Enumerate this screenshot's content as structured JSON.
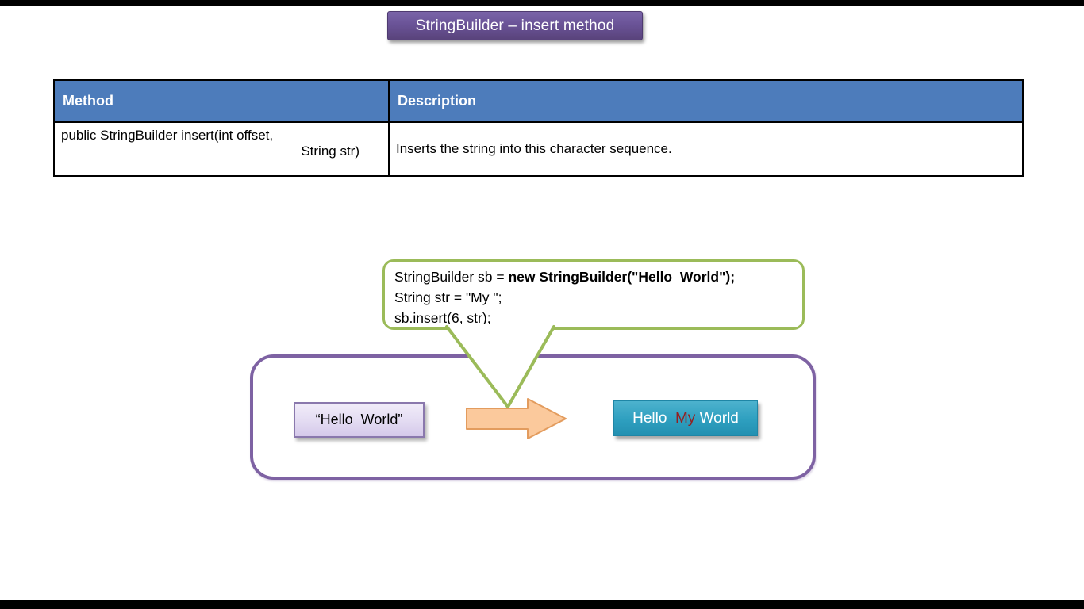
{
  "title_banner": {
    "text": "StringBuilder – insert method"
  },
  "table": {
    "headers": {
      "method": "Method",
      "description": "Description"
    },
    "row": {
      "method_line1": "public StringBuilder insert(int offset,",
      "method_line2": "String str)",
      "description": "Inserts the string into this character sequence."
    }
  },
  "code_callout": {
    "line1_normal": "StringBuilder sb = ",
    "line1_bold": "new StringBuilder(\"Hello  World\");",
    "line2": "String str = \"My \";",
    "line3": "sb.insert(6, str);"
  },
  "diagram": {
    "input_box": {
      "label": "“Hello  World”"
    },
    "arrow": {
      "icon": "right-block-arrow"
    },
    "result_box": {
      "part_before": "Hello  ",
      "part_inserted": "My",
      "part_after": " World"
    }
  },
  "colors": {
    "title_purple": "#6a5397",
    "table_header_blue": "#4d7cbb",
    "callout_green": "#9bbb59",
    "container_purple": "#7e62a3",
    "input_box_lavender": "#e3dbf2",
    "arrow_orange_fill": "#fbc99c",
    "arrow_orange_border": "#e39c5e",
    "result_teal": "#2e9fbf",
    "inserted_text_red": "#941f1f"
  }
}
